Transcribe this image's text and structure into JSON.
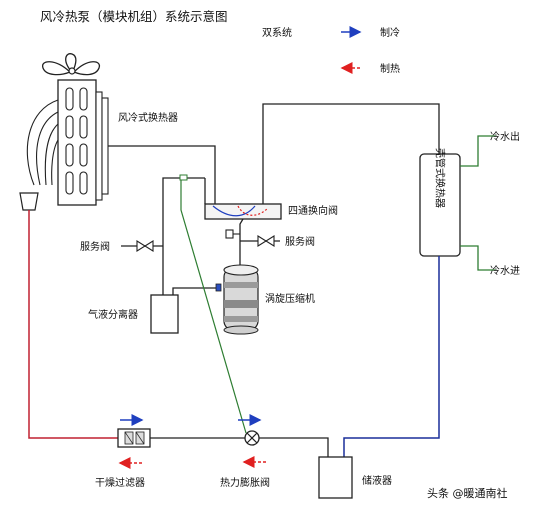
{
  "title": "风冷热泵（模块机组）系统示意图",
  "legend": {
    "system": "双系统",
    "cooling": "制冷",
    "heating": "制热",
    "cooling_color": "#1f3fbf",
    "heating_color": "#e02020"
  },
  "labels": {
    "air_hx": "风冷式换热器",
    "four_way_valve": "四通换向阀",
    "service_valve_left": "服务阀",
    "service_valve_right": "服务阀",
    "gas_liquid_separator": "气液分离器",
    "scroll_compressor": "涡旋压缩机",
    "shell_tube_hx": "壳管式换热器",
    "chilled_water_out": "冷水出",
    "chilled_water_in": "冷水进",
    "dryer_filter": "干燥过滤器",
    "expansion_valve": "热力膨胀阀",
    "receiver": "储液器"
  },
  "watermark": "头条 @暖通南社",
  "colors": {
    "line": "#222222",
    "liquid_line": "#c02030",
    "blue_line": "#1a2f9a",
    "green_line": "#2e7d32",
    "fill_light": "#f6f6f6"
  }
}
